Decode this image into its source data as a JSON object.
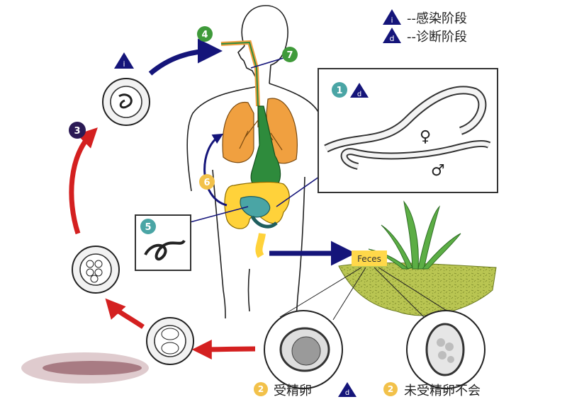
{
  "legend": {
    "infective": {
      "symbol": "i",
      "label": "--感染阶段"
    },
    "diagnostic": {
      "symbol": "d",
      "label": "--诊断阶段"
    }
  },
  "steps": {
    "s1": "1",
    "s2": "2",
    "s3": "3",
    "s4": "4",
    "s5": "5",
    "s6": "6",
    "s7": "7"
  },
  "symbols": {
    "female": "♀",
    "male": "♂",
    "infective_mark": "i",
    "diagnostic_mark": "d"
  },
  "feces_label": "Feces",
  "bottom_labels": {
    "fertilized": "受精卵",
    "unfertilized": "未受精卵不会"
  },
  "colors": {
    "arrow_blue": "#15157a",
    "arrow_red": "#d42020",
    "step_green": "#3f9a3a",
    "step_navy": "#2b1a55",
    "step_yellow": "#f2c14a",
    "lung_orange": "#f0a040",
    "stomach_green": "#2e8b3c",
    "intestine_yellow": "#ffd23a",
    "intestine_teal": "#4aa5a5",
    "feces_box": "#ffd84a",
    "soil_green": "#a8b845",
    "grass_green": "#5cae45"
  }
}
